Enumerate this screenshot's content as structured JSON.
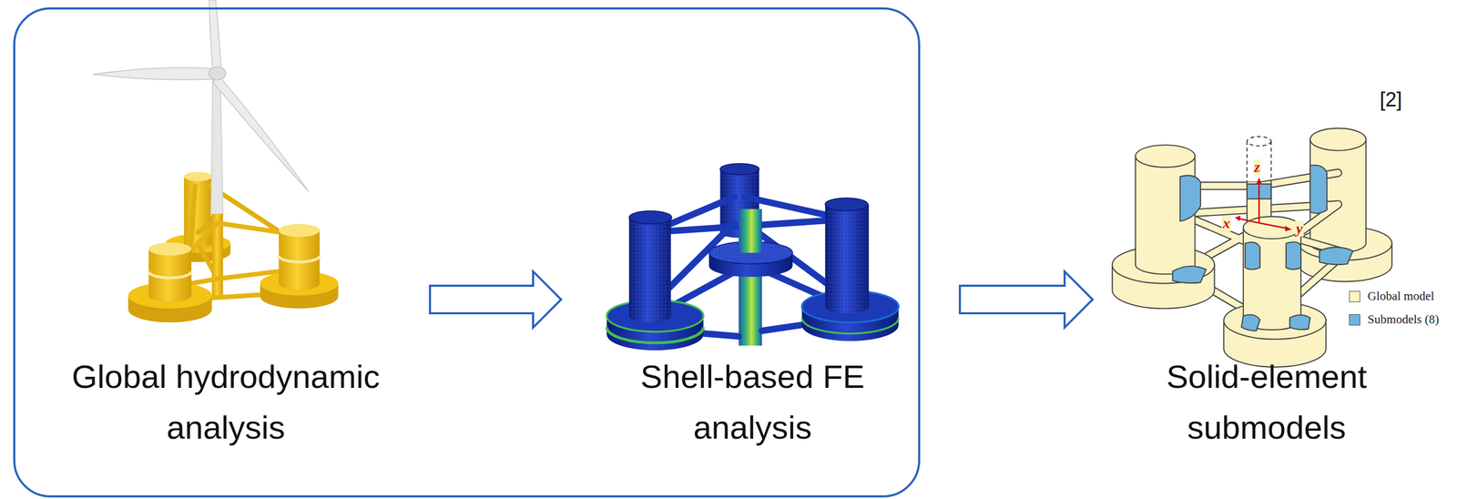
{
  "diagram": {
    "nodes": [
      {
        "text": []
      },
      {
        "text": [
          "Global hydrodynamic analysis"
        ],
        "in": 0
      },
      {
        "text": [
          "Shell-based FE analysis"
        ],
        "in": 0
      },
      {
        "text": [
          "Solid-element submodels"
        ]
      }
    ],
    "edges": [
      {
        "from": 1,
        "to": 2,
        "arrow": "to"
      },
      {
        "from": 2,
        "to": 3,
        "arrow": "to"
      }
    ],
    "labels": [
      "[2]",
      "z",
      "x",
      "y"
    ],
    "legend": [
      {
        "text": "Global model",
        "color": "#fbf3c4"
      },
      {
        "text": "Submodels (8)",
        "color": "#6fb3dd"
      }
    ]
  }
}
